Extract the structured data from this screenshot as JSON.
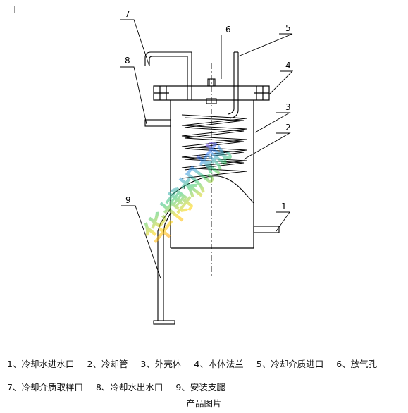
{
  "diagram": {
    "callouts": [
      "1",
      "2",
      "3",
      "4",
      "5",
      "6",
      "7",
      "8",
      "9"
    ],
    "watermark": "华博机械"
  },
  "legend": {
    "items": [
      "1、冷却水进水口",
      "2、冷却管",
      "3、外壳体",
      "4、本体法兰",
      "5、冷却介质进口",
      "6、放气孔",
      "7、冷却介质取样口",
      "8、冷却水出水口",
      "9、安装支腿"
    ]
  },
  "caption": "产品图片",
  "colors": {
    "line": "#000000",
    "border": "#9a9a9a"
  }
}
